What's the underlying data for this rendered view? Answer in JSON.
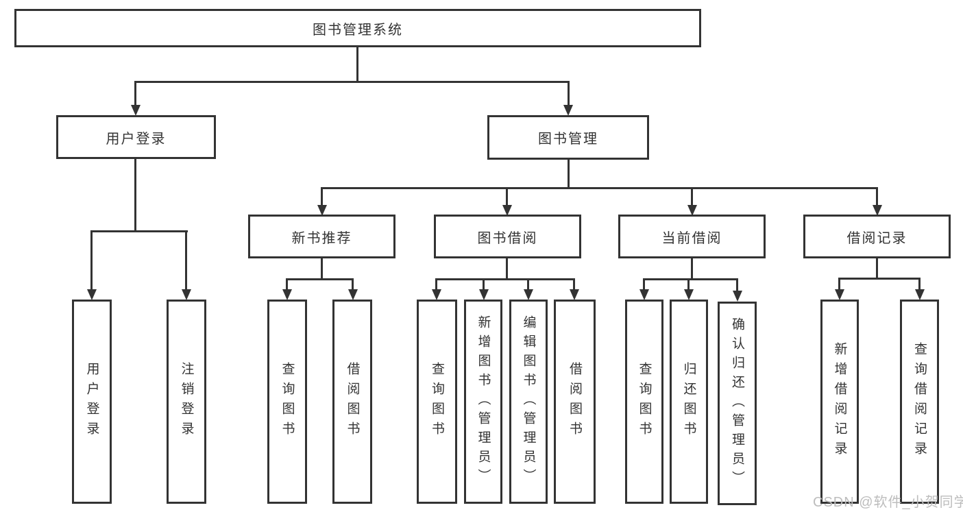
{
  "diagram": {
    "title": "图书管理系统",
    "branches": [
      {
        "label": "用户登录",
        "children": [
          {
            "label": "用户登录"
          },
          {
            "label": "注销登录"
          }
        ]
      },
      {
        "label": "图书管理",
        "children": [
          {
            "label": "新书推荐",
            "children": [
              {
                "label": "查询图书"
              },
              {
                "label": "借阅图书"
              }
            ]
          },
          {
            "label": "图书借阅",
            "children": [
              {
                "label": "查询图书"
              },
              {
                "label": "新增图书（管理员）"
              },
              {
                "label": "编辑图书（管理员）"
              },
              {
                "label": "借阅图书"
              }
            ]
          },
          {
            "label": "当前借阅",
            "children": [
              {
                "label": "查询图书"
              },
              {
                "label": "归还图书"
              },
              {
                "label": "确认归还（管理员）"
              }
            ]
          },
          {
            "label": "借阅记录",
            "children": [
              {
                "label": "新增借阅记录"
              },
              {
                "label": "查询借阅记录"
              }
            ]
          }
        ]
      }
    ]
  },
  "watermark": {
    "text": "CSDN @软件_小贺同学"
  },
  "colors": {
    "line": "#333333",
    "text": "#333333",
    "box_background": "#ffffff",
    "watermark": "#bdbdbd",
    "page_background": "#ffffff"
  }
}
